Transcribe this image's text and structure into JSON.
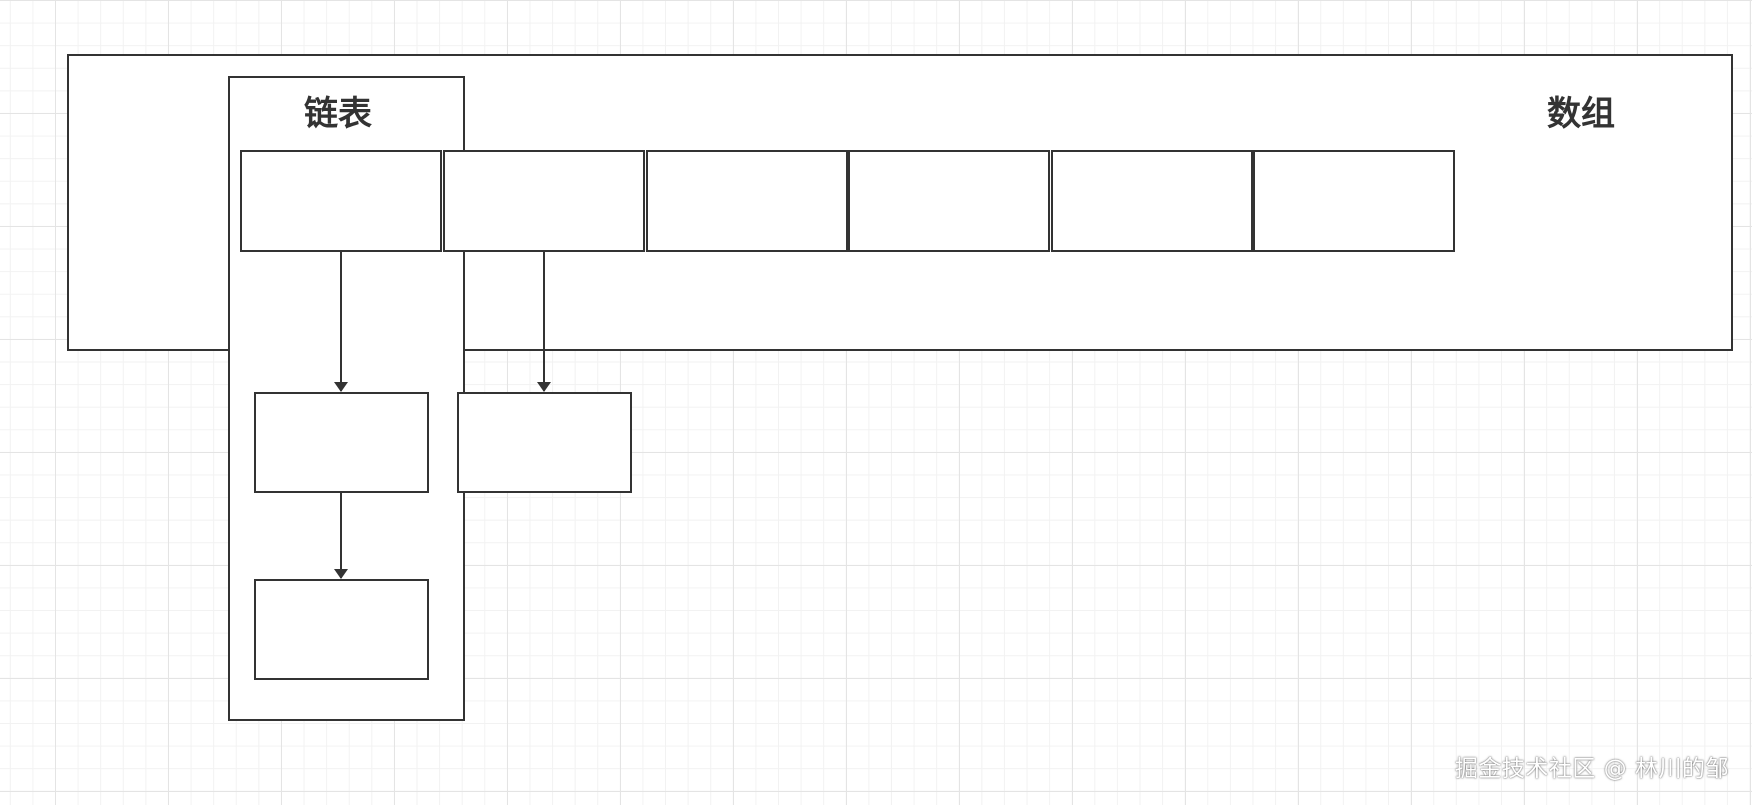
{
  "diagram": {
    "array_label": "数组",
    "linked_list_label": "链表",
    "array_slot_count": 6
  },
  "watermark": {
    "text": "掘金技术社区 @ 林川的邹"
  },
  "colors": {
    "stroke": "#333333",
    "fill": "#ffffff",
    "grid_major": "#e4e4e4",
    "grid_minor": "#f2f2f2"
  }
}
